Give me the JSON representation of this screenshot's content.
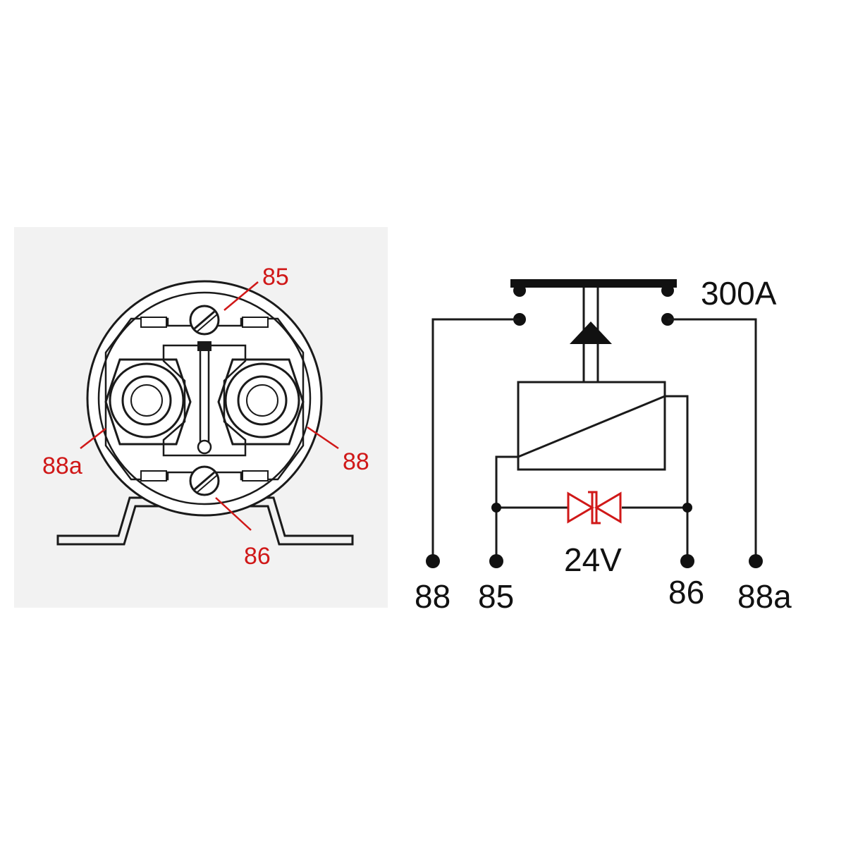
{
  "physical_view": {
    "callouts": {
      "top": "85",
      "bottom": "86",
      "left": "88a",
      "right": "88"
    }
  },
  "schematic": {
    "current_rating": "300A",
    "coil_voltage": "24V",
    "terminals": [
      "88",
      "85",
      "86",
      "88a"
    ]
  },
  "colors": {
    "callout": "#d01818",
    "line": "#1a1a1a",
    "panel": "#f2f2f2"
  },
  "icons": {
    "suppressor": "bidirectional-diode-icon"
  }
}
